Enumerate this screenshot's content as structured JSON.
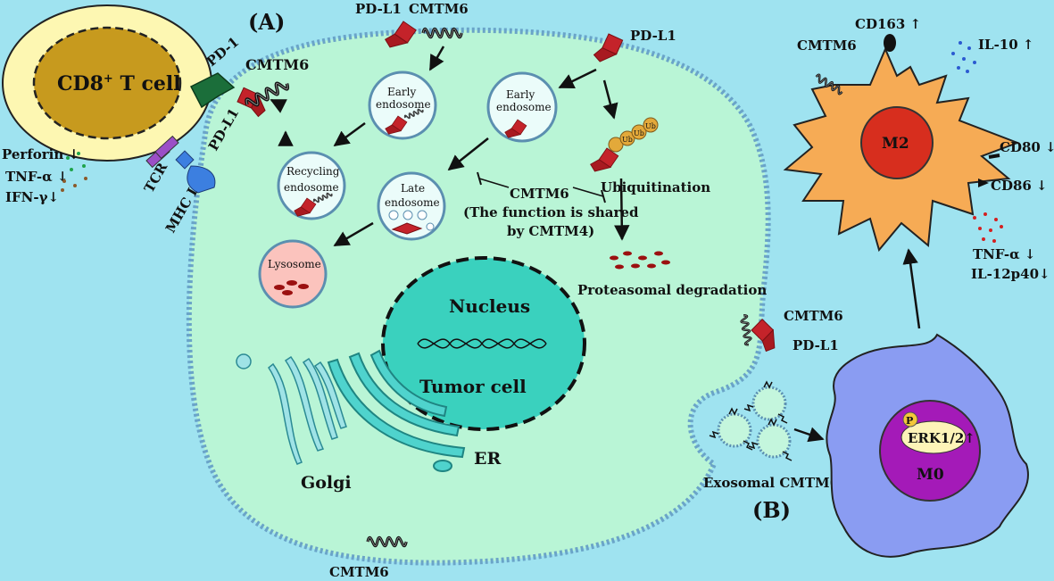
{
  "panels": {
    "a": "(A)",
    "b": "(B)"
  },
  "tcell": {
    "title": "CD8",
    "title_sup": "+",
    "title_rest": " T cell",
    "pd1": "PD-1",
    "cmtm6": "CMTM6",
    "pdl1": "PD-L1",
    "tcr": "TCR",
    "mhc": "MHC I",
    "perforin": "Perforin ↓",
    "tnf": "TNF-α ↓",
    "ifn": "IFN-γ↓"
  },
  "tumor": {
    "top_pdl1": "PD-L1",
    "top_cmtm6": "CMTM6",
    "right_pdl1": "PD-L1",
    "early_endosome_1": [
      "Early",
      "endosome"
    ],
    "early_endosome_2": [
      "Early",
      "endosome"
    ],
    "recycling_endosome": [
      "Recycling",
      "endosome"
    ],
    "late_endosome": [
      "Late",
      "endosome"
    ],
    "lysosome": "Lysosome",
    "ub": "Ub",
    "ubiquitination": "Ubiquitination",
    "cmtm6_note": [
      "CMTM6",
      "(The function is shared",
      "by CMTM4)"
    ],
    "proteasomal": "Proteasomal degradation",
    "nucleus": "Nucleus",
    "tumor_cell": "Tumor cell",
    "golgi": "Golgi",
    "er": "ER",
    "membrane_cmtm6": "CMTM6",
    "membrane_pdl1": "PD-L1",
    "bottom_cmtm6": "CMTM6",
    "exosomal": "Exosomal CMTM6"
  },
  "macrophage": {
    "m0": "M0",
    "p": "P",
    "erk": "ERK1/2↑",
    "m2": "M2",
    "cmtm6": "CMTM6",
    "cd163": "CD163 ↑",
    "il10": "IL-10 ↑",
    "cd80": "CD80 ↓",
    "cd86": "CD86 ↓",
    "tnf": "TNF-α ↓",
    "il12": "IL-12p40↓"
  },
  "colors": {
    "background": "#9fe3f0",
    "tumor_cell": "#b9f5d6",
    "membrane": "#6aa4c8",
    "nucleus": "#3ad1be",
    "tcell_outer": "#fdf7b2",
    "tcell_inner": "#c79a1e",
    "pdl1": "#c4232a",
    "pd1": "#1b6e3a",
    "m0": "#8a9cf2",
    "m0_nucleus": "#a41ab8",
    "m2": "#f6ab55",
    "m2_nucleus": "#d72e1e"
  }
}
